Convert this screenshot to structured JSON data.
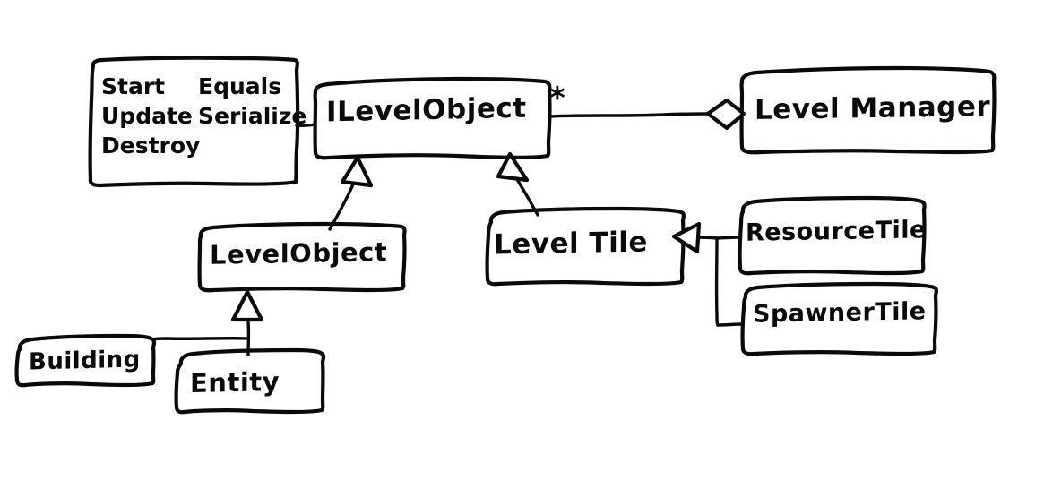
{
  "diagram": {
    "title": "ILevelObject UML class diagram",
    "style": "hand-drawn sketch",
    "stroke_color": "#0a0a0a",
    "background_color": "#ffffff"
  },
  "methods_box": {
    "name": "methods-box",
    "left_column": [
      "Start",
      "Update",
      "Destroy"
    ],
    "right_column": [
      "Equals",
      "Serialize",
      ""
    ]
  },
  "nodes": {
    "ilevelobject": {
      "label": "ILevelObject"
    },
    "levelmanager": {
      "label": "Level Manager"
    },
    "levelobject": {
      "label": "LevelObject"
    },
    "leveltile": {
      "label": "Level Tile"
    },
    "resourcetile": {
      "label": "ResourceTile"
    },
    "spawnertile": {
      "label": "SpawnerTile"
    },
    "building": {
      "label": "Building"
    },
    "entity": {
      "label": "Entity"
    }
  },
  "edges": {
    "multiplicity_star": "*",
    "aggregation": "ILevelObject * — Level Manager (hollow diamond)",
    "generalizations": [
      "LevelObject -> ILevelObject",
      "Level Tile -> ILevelObject",
      "Entity -> LevelObject",
      "Building -> LevelObject",
      "ResourceTile -> Level Tile",
      "SpawnerTile -> Level Tile"
    ],
    "association": "methods-box — ILevelObject"
  }
}
